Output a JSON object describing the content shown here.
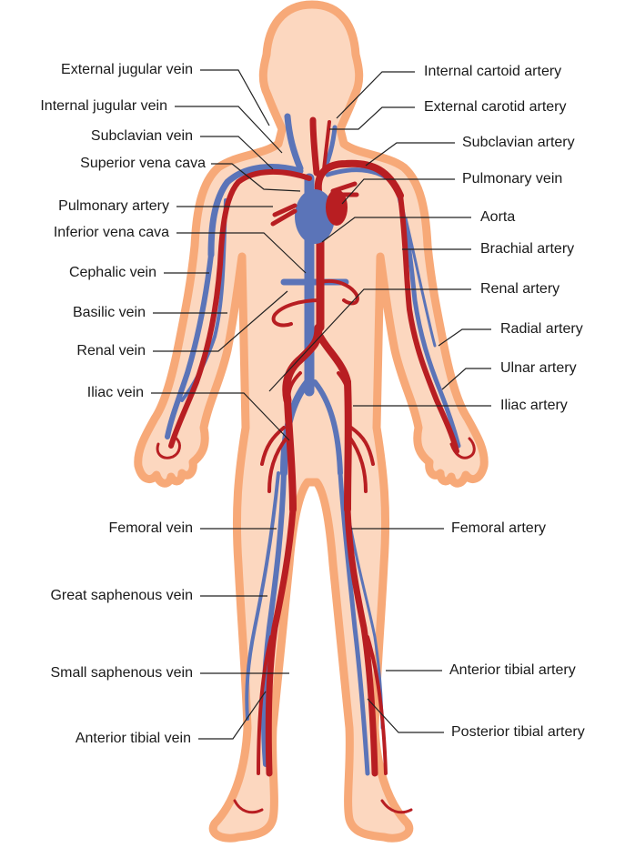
{
  "colors": {
    "skin_fill": "#fcd7bf",
    "skin_outline": "#f7a978",
    "artery": "#b81e22",
    "vein": "#5b74b8",
    "leader_line": "#222222"
  },
  "labels_left": [
    {
      "id": "external-jugular-vein",
      "text": "External jugular vein"
    },
    {
      "id": "internal-jugular-vein",
      "text": "Internal jugular vein"
    },
    {
      "id": "subclavian-vein",
      "text": "Subclavian vein"
    },
    {
      "id": "superior-vena-cava",
      "text": "Superior vena cava"
    },
    {
      "id": "pulmonary-artery",
      "text": "Pulmonary artery"
    },
    {
      "id": "inferior-vena-cava",
      "text": "Inferior vena cava"
    },
    {
      "id": "cephalic-vein",
      "text": "Cephalic vein"
    },
    {
      "id": "basilic-vein",
      "text": "Basilic vein"
    },
    {
      "id": "renal-vein",
      "text": "Renal vein"
    },
    {
      "id": "iliac-vein",
      "text": "Iliac vein"
    },
    {
      "id": "femoral-vein",
      "text": "Femoral vein"
    },
    {
      "id": "great-saphenous-vein",
      "text": "Great saphenous vein"
    },
    {
      "id": "small-saphenous-vein",
      "text": "Small saphenous vein"
    },
    {
      "id": "anterior-tibial-vein",
      "text": "Anterior tibial vein"
    }
  ],
  "labels_right": [
    {
      "id": "internal-cartoid-artery",
      "text": "Internal cartoid artery"
    },
    {
      "id": "external-carotid-artery",
      "text": "External carotid artery"
    },
    {
      "id": "subclavian-artery",
      "text": "Subclavian artery"
    },
    {
      "id": "pulmonary-vein",
      "text": "Pulmonary vein"
    },
    {
      "id": "aorta",
      "text": "Aorta"
    },
    {
      "id": "brachial-artery",
      "text": "Brachial artery"
    },
    {
      "id": "renal-artery",
      "text": "Renal artery"
    },
    {
      "id": "radial-artery",
      "text": "Radial artery"
    },
    {
      "id": "ulnar-artery",
      "text": "Ulnar artery"
    },
    {
      "id": "iliac-artery",
      "text": "Iliac artery"
    },
    {
      "id": "femoral-artery",
      "text": "Femoral artery"
    },
    {
      "id": "anterior-tibial-artery",
      "text": "Anterior tibial artery"
    },
    {
      "id": "posterior-tibial-artery",
      "text": "Posterior tibial artery"
    }
  ]
}
